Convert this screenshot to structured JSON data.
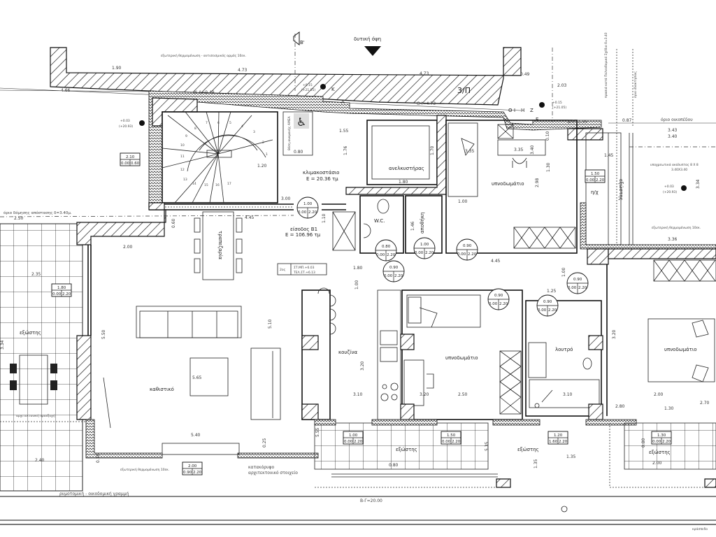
{
  "header": {
    "section_marker": "Β'",
    "elevation_title": "δυτική όψη",
    "neighbor_label": "3/Π"
  },
  "rooms": {
    "stairwell": "κλιμακοστάσιο",
    "stairwell_area": "Ε = 20.36 τμ",
    "elevator": "ανελκυστήρας",
    "wc": "W.C.",
    "storage": "αποθήκη",
    "entrance": "είσοδος Β1",
    "entrance_area": "Ε = 106.96 τμ",
    "dining": "τραπεζαρία",
    "living": "καθιστικό",
    "kitchen": "κουζίνα",
    "bedroom_mid": "υπνοδωμάτιο",
    "bathroom": "λουτρό",
    "bedroom_right": "υπνοδωμάτιο",
    "bedroom_top": "υπνοδωμάτιο",
    "balcony_left": "εξώστης",
    "balcony_bottom_1": "εξώστης",
    "balcony_bottom_2": "εξώστης",
    "balcony_right": "εξώστης",
    "shaft": "η/χ",
    "accessible_platform": "θέση αναμονής ΑΜΕΑ"
  },
  "annotations": {
    "insulation_top": "εξωτερική θερμομόνωση - αντισεισμικός αρμός 10εκ.",
    "insulation_right": "εξωτερική θερμομόνωση 10εκ.",
    "insulation_bottom": "εξωτερική θερμομόνωση 10εκ.",
    "building_limit_right": "όριο οικοπέδου",
    "building_limit_left": "όριο δόμησης απόστασης δ=3.40μ.",
    "open_space": "υποχρεωτικά ακάλυπτος 8 X 8",
    "open_space_dims": "3.40X3.40",
    "arch_projection": "αρχιτεκτονική προεξοχή",
    "vertical_element_1": "κατακόρυφο",
    "vertical_element_2": "αρχιτεκτονικό στοιχείο",
    "street_line": "ρυμοτομική - οικοδομική γραμμή",
    "sidewalk": "κράσπεδο",
    "side_note_1": "πρασιά κατά Πολεοδομικό Σχέδιο δ=3.40",
    "side_note_2": "όριο ιδιοκτησίας",
    "floor_label": "2ος",
    "floor_level_1": "ΣΤ.ΜΠ.+6.03",
    "floor_level_2": "ΤΕΛ.ΣΤ.+6.13",
    "length_top": "Κ-Λ=9.49",
    "length_top2": "Θ-Ι=4.73",
    "length_de": "Δ-Ε=5.35",
    "length_bg": "Β-Γ=20.00"
  },
  "levels": [
    {
      "value": "+0.03",
      "abs": "(+20.93)"
    },
    {
      "value": "+0.15",
      "abs": "(+21.05)"
    },
    {
      "value": "+0.15",
      "abs": "(+21.05)"
    },
    {
      "value": "+0.03",
      "abs": "(+20.93)"
    }
  ],
  "points": [
    "Κ",
    "Λ",
    "Θ",
    "Ι",
    "Η",
    "Ζ",
    "Ε"
  ],
  "dimensions": [
    "1.90",
    "4.73",
    "4.73",
    "4.66",
    "0.49",
    "2.03",
    "0.87",
    "3.43",
    "3.40",
    "3.40",
    "2.50",
    "2.35",
    "2.00",
    "4.45",
    "0.60",
    "3.00",
    "1.55",
    "0.80",
    "1.20",
    "1.76",
    "1.70",
    "1.80",
    "3.35",
    "3.35",
    "1.30",
    "2.98",
    "0.10",
    "1.45",
    "3.34",
    "3.36",
    "1.80",
    "4.45",
    "1.46",
    "1.00",
    "1.10",
    "1.00",
    "1.00",
    "1.25",
    "5.50",
    "5.10",
    "5.65",
    "5.40",
    "2.40",
    "0.70",
    "0.25",
    "3.20",
    "3.10",
    "2.50",
    "3.10",
    "2.00",
    "3.20",
    "3.34",
    "5.55",
    "0.80",
    "5.35",
    "1.35",
    "0.80",
    "2.00",
    "1.35",
    "2.70",
    "2.80",
    "1.30",
    "3.20"
  ],
  "stair_steps": [
    "1",
    "2",
    "3",
    "4",
    "5",
    "6",
    "7",
    "8",
    "9",
    "10",
    "11",
    "12",
    "13",
    "14",
    "15",
    "16",
    "17"
  ],
  "openings": [
    {
      "type": "door",
      "w": "1.00",
      "sill": "0.00",
      "h": "2.20"
    },
    {
      "type": "door",
      "w": "0.80",
      "sill": "0.00",
      "h": "2.20"
    },
    {
      "type": "door",
      "w": "1.00",
      "sill": "0.00",
      "h": "2.20"
    },
    {
      "type": "door",
      "w": "0.90",
      "sill": "0.00",
      "h": "2.20"
    },
    {
      "type": "door",
      "w": "0.90",
      "sill": "0.00",
      "h": "2.20"
    },
    {
      "type": "door",
      "w": "0.90",
      "sill": "0.00",
      "h": "2.20"
    },
    {
      "type": "door",
      "w": "0.90",
      "sill": "0.00",
      "h": "2.20"
    },
    {
      "type": "door",
      "w": "0.90",
      "sill": "0.00",
      "h": "2.20"
    },
    {
      "type": "window",
      "w": "1.80",
      "sill": "0.00",
      "h": "2.20"
    },
    {
      "type": "window",
      "w": "2.10",
      "sill": "0.00",
      "h": "0.60"
    },
    {
      "type": "window",
      "w": "1.50",
      "sill": "0.00",
      "h": "2.20"
    },
    {
      "type": "window",
      "w": "1.00",
      "sill": "0.00",
      "h": "2.20"
    },
    {
      "type": "window",
      "w": "1.50",
      "sill": "0.00",
      "h": "2.20"
    },
    {
      "type": "window",
      "w": "1.20",
      "sill": "1.60",
      "h": "2.20"
    },
    {
      "type": "window",
      "w": "1.30",
      "sill": "0.00",
      "h": "2.20"
    },
    {
      "type": "window",
      "w": "2.00",
      "sill": "0.90",
      "h": "2.20"
    }
  ]
}
